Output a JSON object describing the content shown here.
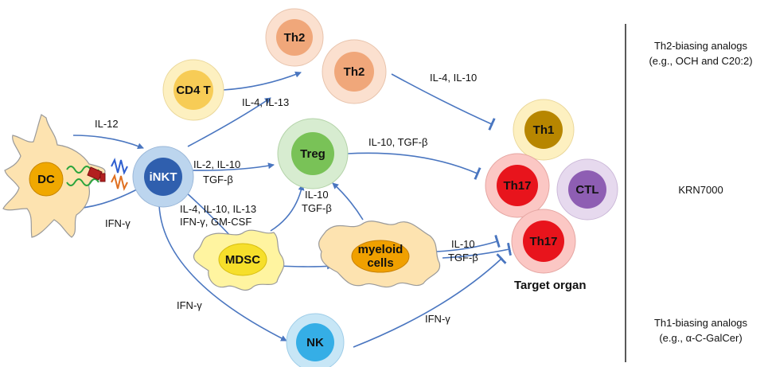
{
  "cells": {
    "dc": "DC",
    "inkt": "iNKT",
    "cd4t": "CD4 T",
    "th2_top": "Th2",
    "th2_mid": "Th2",
    "treg": "Treg",
    "mdsc": "MDSC",
    "myeloid_line1": "myeloid",
    "myeloid_line2": "cells",
    "nk": "NK",
    "th1": "Th1",
    "th17_a": "Th17",
    "ctl": "CTL",
    "th17_b": "Th17"
  },
  "labels": {
    "il12": "IL-12",
    "ifng_dc": "IFN-γ",
    "il4_il13": "IL-4, IL-13",
    "il4_il10": "IL-4, IL-10",
    "il2_il10": "IL-2, IL-10",
    "tgfb_inkt": "TGF-β",
    "il10_tgfb_treg": "IL-10, TGF-β",
    "multi_line1": "IL-4, IL-10, IL-13",
    "multi_line2": "IFN-γ, GM-CSF",
    "il10_my": "IL-10",
    "tgfb_my": "TGF-β",
    "il10_th17": "IL-10",
    "tgfb_th17": "TGF-β",
    "ifng_nk": "IFN-γ",
    "ifng_target": "IFN-γ",
    "target_organ": "Target organ"
  },
  "side": {
    "th2_line1": "Th2-biasing analogs",
    "th2_line2": "(e.g., OCH and C20:2)",
    "krn": "KRN7000",
    "th1_line1": "Th1-biasing analogs",
    "th1_line2": "(e.g., α-C-GalCer)"
  },
  "colors": {
    "arrow": "#4a76c0",
    "dc_body": "#fde3b0",
    "dc_nucleus": "#f0a800",
    "inkt_outer": "#bcd5ee",
    "inkt_nucleus": "#2f5fae",
    "th2_outer": "#fbe0cf",
    "th2_nucleus": "#f0a77a",
    "cd4_outer": "#fdf0c0",
    "cd4_nucleus": "#f7cc56",
    "treg_outer": "#d7ecd0",
    "treg_nucleus": "#79c257",
    "mdsc_body": "#fff4a0",
    "mdsc_nucleus": "#f6df2b",
    "myeloid_body": "#fde3b0",
    "myeloid_nucleus": "#f0a000",
    "nk_outer": "#c7e6f6",
    "nk_nucleus": "#35aee6",
    "th1_outer": "#fdf0c0",
    "th1_nucleus": "#b78600",
    "th17_outer": "#fbc7c4",
    "th17_nucleus": "#e8141c",
    "ctl_outer": "#e6d9ee",
    "ctl_nucleus": "#8e5eb3"
  }
}
